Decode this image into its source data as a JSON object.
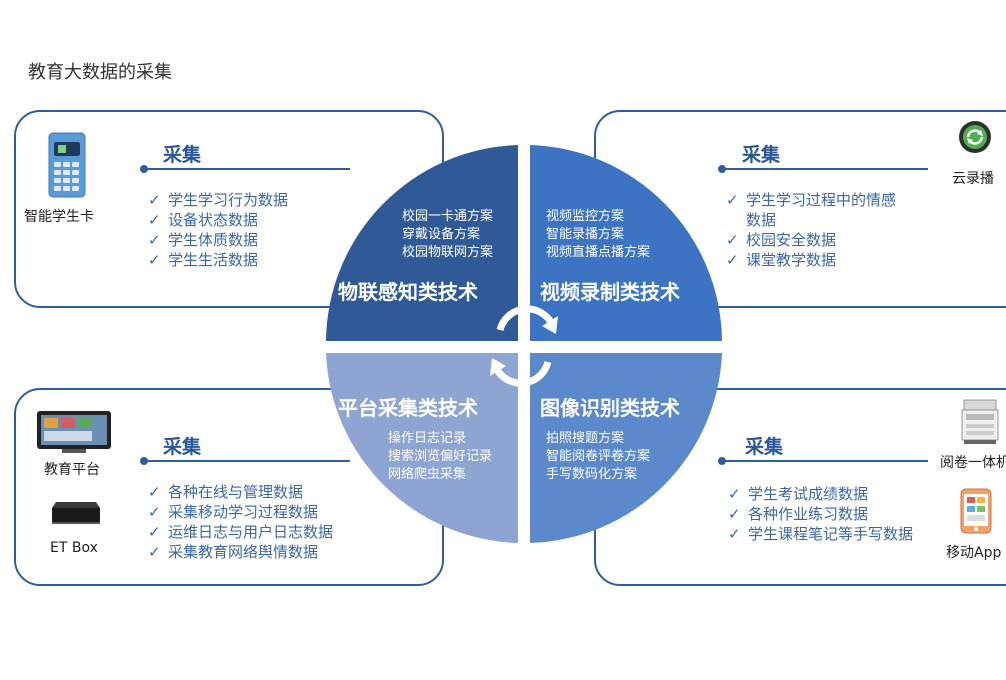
{
  "page_title": "教育大数据的采集",
  "colors": {
    "border": "#2f5d9e",
    "quad_tl": "#2f5a97",
    "quad_tr": "#3d73c3",
    "quad_bl": "#8ea5d3",
    "quad_br": "#5c88cc",
    "list_text": "#3a66a8"
  },
  "panels": {
    "top_left": {
      "heading": "采集",
      "items": [
        "学生学习行为数据",
        "设备状态数据",
        "学生体质数据",
        "学生生活数据"
      ],
      "devices": [
        {
          "label": "智能学生卡",
          "icon": "student-card-icon"
        }
      ]
    },
    "top_right": {
      "heading": "采集",
      "items": [
        "学生学习过程中的情感",
        "数据",
        "校园安全数据",
        "课堂教学数据"
      ],
      "devices": [
        {
          "label": "云录播",
          "icon": "cloud-recording-icon"
        }
      ]
    },
    "bottom_left": {
      "heading": "采集",
      "items": [
        "各种在线与管理数据",
        "采集移动学习过程数据",
        "运维日志与用户日志数据",
        "采集教育网络舆情数据"
      ],
      "devices": [
        {
          "label": "教育平台",
          "icon": "education-platform-icon"
        },
        {
          "label": "ET Box",
          "icon": "et-box-icon"
        }
      ]
    },
    "bottom_right": {
      "heading": "采集",
      "items": [
        "学生考试成绩数据",
        "各种作业练习数据",
        "学生课程笔记等手写数据"
      ],
      "devices": [
        {
          "label": "阅卷一体机",
          "icon": "grading-machine-icon"
        },
        {
          "label": "移动App",
          "icon": "mobile-app-icon"
        }
      ]
    }
  },
  "quadrants": {
    "top_left": {
      "title": "物联感知类技术",
      "items": [
        "校园一卡通方案",
        "穿戴设备方案",
        "校园物联网方案"
      ]
    },
    "top_right": {
      "title": "视频录制类技术",
      "items": [
        "视频监控方案",
        "智能录播方案",
        "视频直播点播方案"
      ]
    },
    "bottom_left": {
      "title": "平台采集类技术",
      "items": [
        "操作日志记录",
        "搜索浏览偏好记录",
        "网络爬虫采集"
      ]
    },
    "bottom_right": {
      "title": "图像识别类技术",
      "items": [
        "拍照搜题方案",
        "智能阅卷评卷方案",
        "手写数码化方案"
      ]
    }
  }
}
